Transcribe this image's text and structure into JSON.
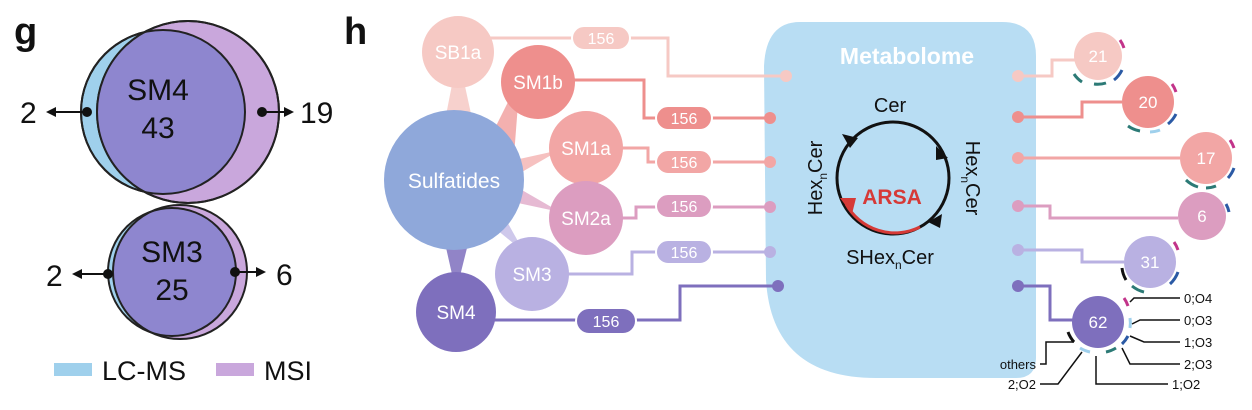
{
  "panel_g": {
    "label": "g",
    "venns": [
      {
        "name": "SM4",
        "shared": "43",
        "lcms_only": "2",
        "msi_only": "19"
      },
      {
        "name": "SM3",
        "shared": "25",
        "lcms_only": "2",
        "msi_only": "6"
      }
    ],
    "legend": [
      {
        "label": "LC-MS",
        "color": "#9fd0ec"
      },
      {
        "label": "MSI",
        "color": "#c9a7dc"
      }
    ]
  },
  "panel_h": {
    "label": "h",
    "hub": "Sulfatides",
    "metabolome_title": "Metabolome",
    "cycle": {
      "top": "Cer",
      "left_main": "Hex",
      "left_sub": "n",
      "left_tail": "Cer",
      "right_main": "Hex",
      "right_sub": "n",
      "right_tail": "Cer",
      "bottom_main": "SHex",
      "bottom_sub": "n",
      "bottom_tail": "Cer",
      "enzyme": "ARSA"
    },
    "modules": [
      {
        "name": "SB1a",
        "pill": "156",
        "count": "21",
        "color": "#f6c9c4"
      },
      {
        "name": "SM1b",
        "pill": "156",
        "count": "20",
        "color": "#ee8f8d"
      },
      {
        "name": "SM1a",
        "pill": "156",
        "count": "17",
        "color": "#f2a6a5"
      },
      {
        "name": "SM2a",
        "pill": "156",
        "count": "6",
        "color": "#dc9dc0"
      },
      {
        "name": "SM3",
        "pill": "156",
        "count": "31",
        "color": "#b9b1e2"
      },
      {
        "name": "SM4",
        "pill": "156",
        "count": "62",
        "color": "#7e6fbd"
      }
    ],
    "annotations": {
      "right": [
        "0;O4",
        "0;O3",
        "1;O3",
        "2;O3",
        "1;O2"
      ],
      "left": [
        "others",
        "2;O2"
      ]
    },
    "colors": {
      "metabolome": "#b8ddf3",
      "hub": "#8fa8da",
      "arsa": "#d63a37"
    }
  }
}
